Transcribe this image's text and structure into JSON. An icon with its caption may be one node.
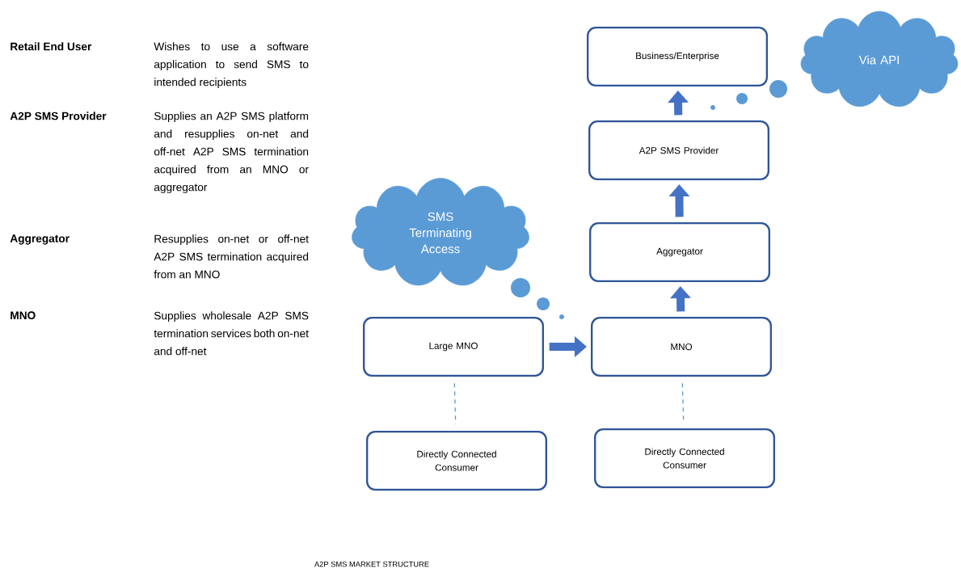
{
  "diagram": {
    "caption": "A2P SMS MARKET STRUCTURE",
    "nodes": [
      {
        "text": [
          "Business/Enterprise"
        ]
      },
      {
        "text": [
          "A2P SMS Provider"
        ]
      },
      {
        "text": [
          "Aggregator"
        ]
      },
      {
        "text": [
          "Large MNO"
        ]
      },
      {
        "text": [
          "MNO"
        ]
      },
      {
        "text": [
          "Directly Connected Consumer"
        ]
      },
      {
        "text": [
          "Directly Connected Consumer"
        ]
      },
      {
        "text": [
          "Via API"
        ]
      },
      {
        "text": [
          "SMS Terminating Access"
        ]
      }
    ],
    "edges": [
      {
        "from": 1,
        "to": 0,
        "arrow": "to"
      },
      {
        "from": 2,
        "to": 1,
        "arrow": "to"
      },
      {
        "from": 4,
        "to": 2,
        "arrow": "to"
      },
      {
        "from": 3,
        "to": 4,
        "arrow": "to"
      },
      {
        "from": 3,
        "to": 5,
        "arrow": "none",
        "style": "dashed",
        "color": "#5b9bd5"
      },
      {
        "from": 4,
        "to": 6,
        "arrow": "none",
        "style": "dashed",
        "color": "#5b9bd5"
      }
    ],
    "labels": [
      "Retail End User",
      "Wishes to use a software application to send SMS to intended recipients",
      "A2P SMS Provider",
      "Supplies an A2P SMS platform and resupplies on-net and off-net A2P SMS termination acquired from an MNO or aggregator",
      "Aggregator",
      "Resupplies on-net or off-net A2P SMS termination acquired from an MNO",
      "MNO",
      "Supplies wholesale A2P SMS termination services both on-net and off-net"
    ]
  }
}
